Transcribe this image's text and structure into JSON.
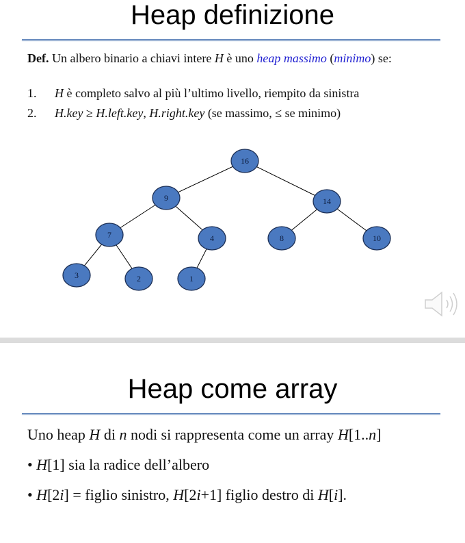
{
  "slide1": {
    "title": "Heap definizione",
    "def_label": "Def.",
    "def_text_a": " Un albero binario a chiavi intere ",
    "def_var": "H",
    "def_text_b": " è uno ",
    "def_heap_max": "heap massimo",
    "def_open": " (",
    "def_min": "minimo",
    "def_close": ") se:",
    "item1_num": "1.",
    "item1_var": "H",
    "item1_text": "  è completo salvo al più l’ultimo livello, riempito da sinistra",
    "item2_num": "2.",
    "item2_a": "H.key",
    "item2_geq": " ≥ ",
    "item2_b": "H.left.key",
    "item2_comma": ", ",
    "item2_c": "H.right.key",
    "item2_d": " (se massimo, ≤ se minimo)",
    "tree": {
      "nodes": [
        {
          "id": "n16",
          "label": "16"
        },
        {
          "id": "n9",
          "label": "9"
        },
        {
          "id": "n14",
          "label": "14"
        },
        {
          "id": "n7",
          "label": "7"
        },
        {
          "id": "n4",
          "label": "4"
        },
        {
          "id": "n8",
          "label": "8"
        },
        {
          "id": "n10",
          "label": "10"
        },
        {
          "id": "n3",
          "label": "3"
        },
        {
          "id": "n2",
          "label": "2"
        },
        {
          "id": "n1",
          "label": "1"
        }
      ],
      "edges": [
        [
          "n16",
          "n9"
        ],
        [
          "n16",
          "n14"
        ],
        [
          "n9",
          "n7"
        ],
        [
          "n9",
          "n4"
        ],
        [
          "n14",
          "n8"
        ],
        [
          "n14",
          "n10"
        ],
        [
          "n7",
          "n3"
        ],
        [
          "n7",
          "n2"
        ],
        [
          "n4",
          "n1"
        ]
      ]
    },
    "audio_icon": "speaker-icon"
  },
  "slide2": {
    "title": "Heap come array",
    "line1_a": "Uno heap ",
    "line1_b": "H",
    "line1_c": " di ",
    "line1_d": "n",
    "line1_e": " nodi si rappresenta come un array ",
    "line1_f": "H",
    "line1_g": "[1..",
    "line1_h": "n",
    "line1_i": "]",
    "bullet": "•",
    "b1_a": "H",
    "b1_b": "[1] sia la radice dell’albero",
    "b2_a": "H",
    "b2_b": "[2",
    "b2_c": "i",
    "b2_d": "] = figlio sinistro,  ",
    "b2_e": "H",
    "b2_f": "[2",
    "b2_g": "i",
    "b2_h": "+1] figlio destro  di ",
    "b2_i": "H",
    "b2_j": "[",
    "b2_k": "i",
    "b2_l": "]."
  }
}
